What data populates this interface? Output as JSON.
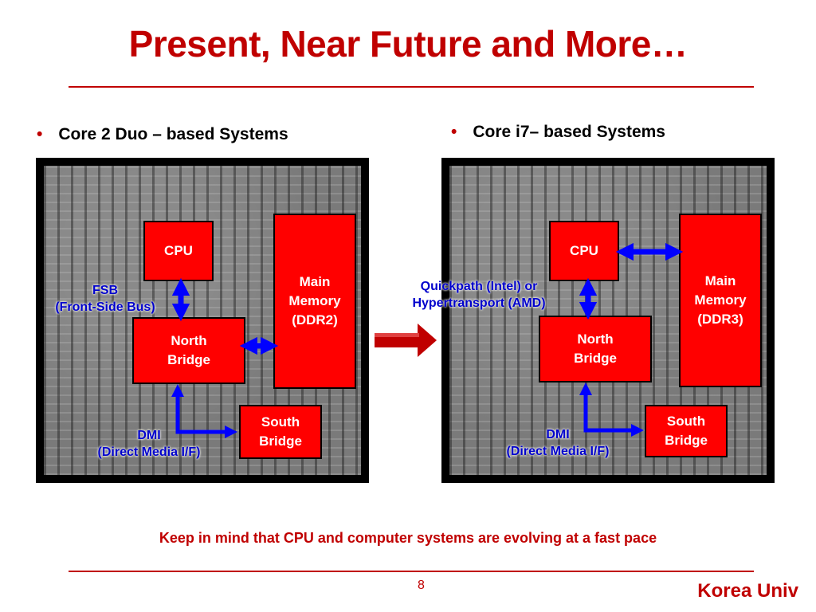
{
  "slide": {
    "title": "Present, Near Future and More…",
    "footer_note": "Keep in mind that CPU and computer systems are evolving at a fast pace",
    "page_number": "8",
    "brand": "Korea Univ"
  },
  "left": {
    "heading": "Core 2 Duo – based Systems",
    "cpu": "CPU",
    "memory": "Main\nMemory\n(DDR2)",
    "north_bridge": "North\nBridge",
    "south_bridge": "South\nBridge",
    "fsb_label": "FSB\n(Front-Side Bus)",
    "dmi_label": "DMI\n(Direct Media I/F)"
  },
  "right": {
    "heading": "Core i7– based Systems",
    "cpu": "CPU",
    "memory": "Main\nMemory\n(DDR3)",
    "north_bridge": "North\nBridge",
    "south_bridge": "South\nBridge",
    "link_label": "Quickpath (Intel) or\nHypertransport (AMD)",
    "dmi_label": "DMI\n(Direct Media I/F)"
  },
  "colors": {
    "title_red": "#c00000",
    "chip_red": "#ff0000",
    "label_blue": "#0000cc",
    "arrow_blue": "#0000ff",
    "transition_arrow": "#c00000"
  },
  "icons": {
    "bullet": "•",
    "transition_arrow": "right-arrow-icon",
    "connector": "double-arrow-icon"
  }
}
